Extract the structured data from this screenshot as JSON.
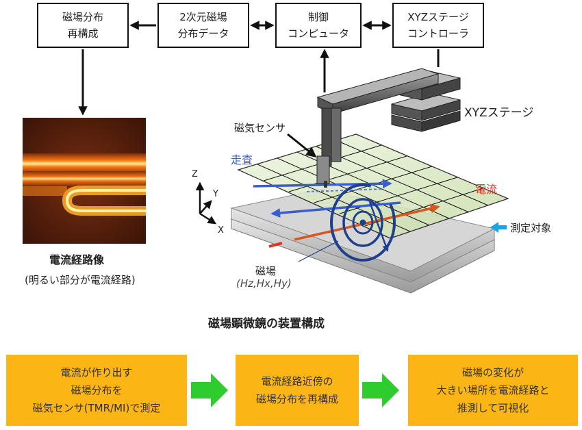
{
  "blocks": {
    "reconstruct": [
      "磁場分布",
      "再構成"
    ],
    "data": [
      "2次元磁場",
      "分布データ"
    ],
    "computer": [
      "制御",
      "コンピュータ"
    ],
    "controller": [
      "XYZステージ",
      "コントローラ"
    ]
  },
  "labels": {
    "stage": "XYZステージ",
    "sensor": "磁気センサ",
    "scan": "走査",
    "current": "電流",
    "target": "測定対象",
    "field": "磁場",
    "field_components": "(Hz,Hx,Hy)",
    "axis_z": "Z",
    "axis_y": "Y",
    "axis_x": "X"
  },
  "image": {
    "title": "電流経路像",
    "note": "(明るい部分が電流経路)"
  },
  "caption": "磁場顕微鏡の装置構成",
  "steps": [
    [
      "電流が作り出す",
      "磁場分布を",
      "磁気センサ(TMR/MI)で測定"
    ],
    [
      "電流経路近傍の",
      "磁場分布を再構成"
    ],
    [
      "磁場の変化が",
      "大きい場所を電流経路と",
      "推測して可視化"
    ]
  ],
  "colors": {
    "scan": "#3a5fcd",
    "current": "#e0301e",
    "step_fill": "#fbb515",
    "step_arrow": "#2ecc2e",
    "field": "#1f3f8f",
    "target_arrow": "#1aa3e6"
  }
}
